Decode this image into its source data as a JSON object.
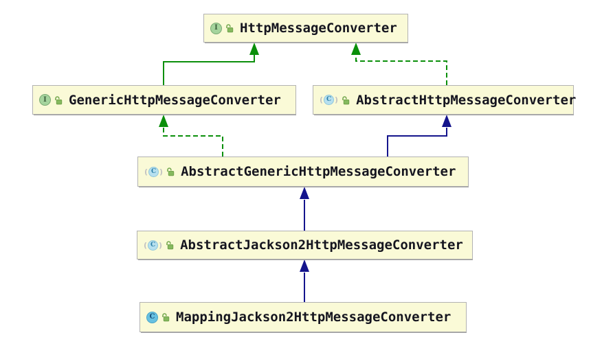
{
  "diagram": {
    "type": "uml-class-inheritance-diagram",
    "nodes": [
      {
        "id": "HttpMessageConverter",
        "label": "HttpMessageConverter",
        "kind": "interface",
        "icon_letter": "I",
        "visibility": "public"
      },
      {
        "id": "GenericHttpMessageConverter",
        "label": "GenericHttpMessageConverter",
        "kind": "interface",
        "icon_letter": "I",
        "visibility": "public"
      },
      {
        "id": "AbstractHttpMessageConverter",
        "label": "AbstractHttpMessageConverter",
        "kind": "abstract-class",
        "icon_letter": "C",
        "visibility": "public"
      },
      {
        "id": "AbstractGenericHttpMessageConverter",
        "label": "AbstractGenericHttpMessageConverter",
        "kind": "abstract-class",
        "icon_letter": "C",
        "visibility": "public"
      },
      {
        "id": "AbstractJackson2HttpMessageConverter",
        "label": "AbstractJackson2HttpMessageConverter",
        "kind": "abstract-class",
        "icon_letter": "C",
        "visibility": "public"
      },
      {
        "id": "MappingJackson2HttpMessageConverter",
        "label": "MappingJackson2HttpMessageConverter",
        "kind": "class",
        "icon_letter": "C",
        "visibility": "public"
      }
    ],
    "edges": [
      {
        "from": "GenericHttpMessageConverter",
        "to": "HttpMessageConverter",
        "relation": "extends",
        "line": "solid"
      },
      {
        "from": "AbstractHttpMessageConverter",
        "to": "HttpMessageConverter",
        "relation": "implements",
        "line": "dashed"
      },
      {
        "from": "AbstractGenericHttpMessageConverter",
        "to": "GenericHttpMessageConverter",
        "relation": "implements",
        "line": "dashed"
      },
      {
        "from": "AbstractGenericHttpMessageConverter",
        "to": "AbstractHttpMessageConverter",
        "relation": "extends",
        "line": "solid"
      },
      {
        "from": "AbstractJackson2HttpMessageConverter",
        "to": "AbstractGenericHttpMessageConverter",
        "relation": "extends",
        "line": "solid"
      },
      {
        "from": "MappingJackson2HttpMessageConverter",
        "to": "AbstractJackson2HttpMessageConverter",
        "relation": "extends",
        "line": "solid"
      }
    ],
    "colors": {
      "interface_edge": "#0a8f0a",
      "class_edge": "#14148c",
      "node_fill": "#fafad7",
      "node_border": "#b2b2b2",
      "interface_icon": "#a5d49d",
      "class_icon": "#67c1e1",
      "abstract_class_icon": "#b7e0ef",
      "lock_icon": "#85b95e"
    }
  }
}
